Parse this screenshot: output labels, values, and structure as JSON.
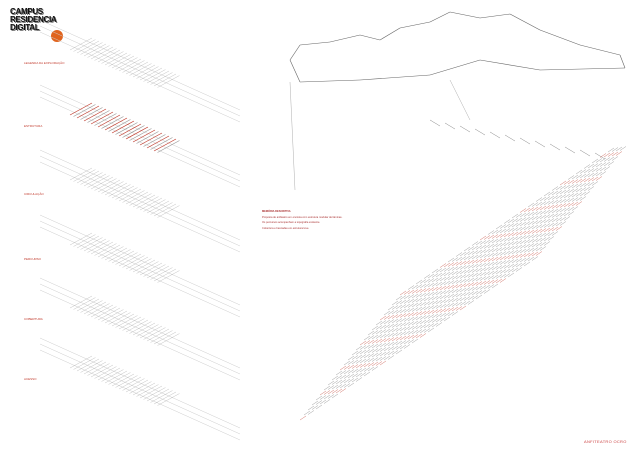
{
  "logo": {
    "line1": "CAMPUS",
    "line2": "RESIDENCIA",
    "line3": "DIGITAL"
  },
  "panel_labels": [
    "LEGENDA DA EXPLORAÇÃO",
    "ESTRUTURA",
    "CIRCULAÇÃO",
    "PERCURSO",
    "COBERTURA",
    "ACESSO"
  ],
  "text_block": {
    "heading": "MEMÓRIA DESCRITIVA",
    "paragraphs": [
      "Proposta de anfiteatro em encosta com estrutura modular de lâminas.",
      "Os percursos acompanham a topografia existente.",
      "Cobertura e bancadas em estrutura leve."
    ]
  },
  "title": "ANFITEATRO OCRO",
  "colors": {
    "accent": "#c0392b",
    "line": "#9a9a9a"
  }
}
